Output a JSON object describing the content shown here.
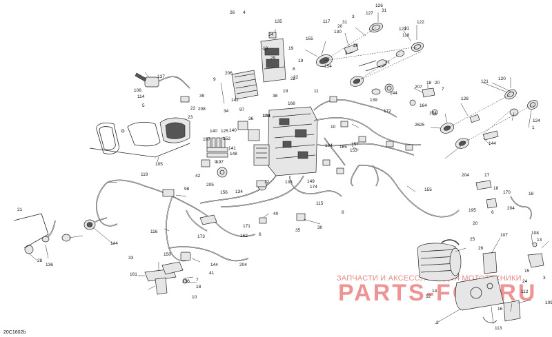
{
  "diagram": {
    "code": "20C1602b",
    "watermark": {
      "subtitle": "ЗАПЧАСТИ И АКСЕССУАРЫ ДЛЯ МОТОТЕХНИКИ",
      "brand": "PARTS-FOX.RU"
    },
    "labels": [
      "126",
      "31",
      "127",
      "3",
      "31",
      "117",
      "20",
      "123",
      "122",
      "135",
      "31",
      "130",
      "118",
      "24",
      "155",
      "10",
      "20",
      "3",
      "19",
      "29",
      "154",
      "31",
      "19",
      "8",
      "22",
      "137",
      "206",
      "9",
      "22",
      "106",
      "144",
      "207",
      "18",
      "20",
      "7",
      "11",
      "120",
      "39",
      "19",
      "121",
      "140",
      "142",
      "38",
      "166",
      "104",
      "114",
      "5",
      "23",
      "208",
      "34",
      "97",
      "36",
      "128",
      "139",
      "164",
      "172",
      "10",
      "25",
      "154",
      "124",
      "1",
      "125",
      "140",
      "167",
      "152",
      "141",
      "148",
      "9",
      "22",
      "26",
      "144",
      "129",
      "104",
      "157",
      "165",
      "153",
      "105",
      "197",
      "12",
      "133",
      "42",
      "205",
      "156",
      "134",
      "149",
      "174",
      "115",
      "119",
      "204",
      "17",
      "18",
      "170",
      "18",
      "195",
      "171",
      "6",
      "20",
      "8",
      "98",
      "40",
      "35",
      "30",
      "116",
      "173",
      "162",
      "6",
      "25",
      "13",
      "107",
      "108",
      "33",
      "150",
      "161",
      "7",
      "41",
      "136",
      "28",
      "21",
      "144",
      "144",
      "136",
      "18",
      "10",
      "24",
      "112",
      "109",
      "2",
      "113",
      "26",
      "155",
      "204",
      "204",
      "3",
      "52",
      "14",
      "16",
      "15",
      "26",
      "4"
    ]
  }
}
